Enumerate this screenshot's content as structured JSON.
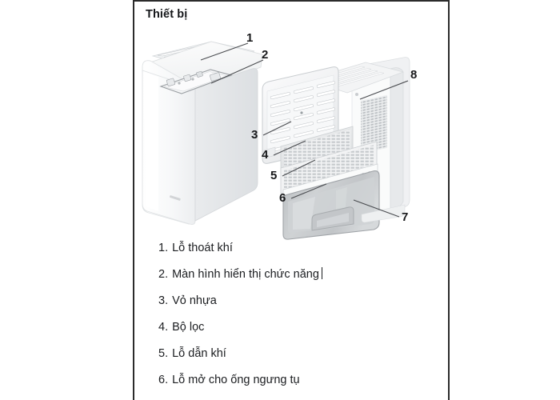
{
  "page": {
    "title": "Thiết bị",
    "background_color": "#ffffff",
    "border_color": "#2b2b2b"
  },
  "illustration": {
    "name": "dehumidifier-parts-diagram",
    "device_body_color": "#f4f5f6",
    "device_shade_color": "#e3e5e7",
    "tank_color": "#c9ccce",
    "callouts": [
      {
        "number": "1",
        "target": "air-outlet-grille-top"
      },
      {
        "number": "2",
        "target": "control-display-panel"
      },
      {
        "number": "3",
        "target": "plastic-back-cover"
      },
      {
        "number": "4",
        "target": "air-filter"
      },
      {
        "number": "5",
        "target": "air-intake-opening"
      },
      {
        "number": "6",
        "target": "condensate-hose-opening"
      },
      {
        "number": "7",
        "target": "water-tank"
      },
      {
        "number": "8",
        "target": "main-housing"
      }
    ]
  },
  "parts_list": [
    {
      "number": "1.",
      "label": "Lỗ thoát khí",
      "caret": false
    },
    {
      "number": "2.",
      "label": "Màn hình hiển thị chức năng",
      "caret": true
    },
    {
      "number": "3.",
      "label": "Vỏ nhựa",
      "caret": false
    },
    {
      "number": "4.",
      "label": "Bộ lọc",
      "caret": false
    },
    {
      "number": "5.",
      "label": "Lỗ dẫn khí",
      "caret": false
    },
    {
      "number": "6.",
      "label": "Lỗ mở cho ống ngưng tụ",
      "caret": false
    }
  ]
}
